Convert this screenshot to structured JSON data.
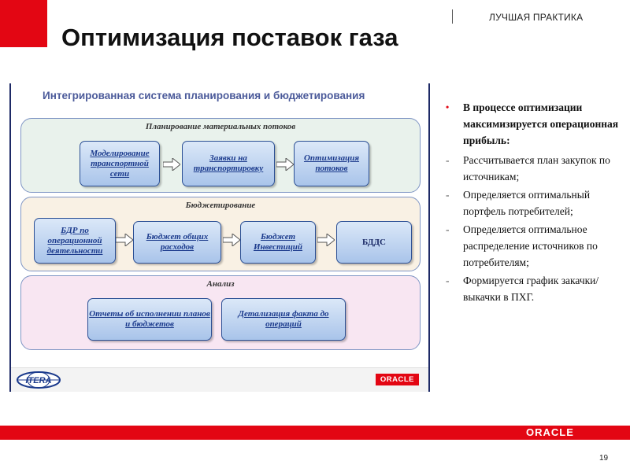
{
  "header": {
    "best_practice": "ЛУЧШАЯ ПРАКТИКА",
    "title": "Оптимизация поставок газа"
  },
  "diagram": {
    "title": "Интегрированная система планирования и бюджетирования",
    "sections": {
      "planning": {
        "title": "Планирование материальных потоков",
        "boxes": [
          "Моделирование транспортной сети",
          "Заявки на транспортировку",
          "Оптимизация потоков"
        ]
      },
      "budgeting": {
        "title": "Бюджетирование",
        "boxes": [
          "БДР по операционной деятельности",
          "Бюджет общих расходов",
          "Бюджет Инвестиций",
          "БДДС"
        ]
      },
      "analysis": {
        "title": "Анализ",
        "boxes": [
          "Отчеты об исполнении планов и бюджетов",
          "Детализация факта до операций"
        ]
      }
    },
    "logos": {
      "itera": "ITERA",
      "oracle": "ORACLE"
    }
  },
  "bullets": [
    "В процессе оптимизации максимизируется операционная прибыль:",
    "Рассчитывается план закупок по источникам;",
    "Определяется оптимальный портфель потребителей;",
    "Определяется оптимальное распределение источников по потребителям;",
    "Формируется график закачки/выкачки в ПХГ."
  ],
  "footer": {
    "oracle": "ORACLE",
    "page_number": "19"
  },
  "colors": {
    "accent_red": "#e30613",
    "box_blue": "#2b4f94",
    "diagram_title": "#4b5a9a"
  }
}
